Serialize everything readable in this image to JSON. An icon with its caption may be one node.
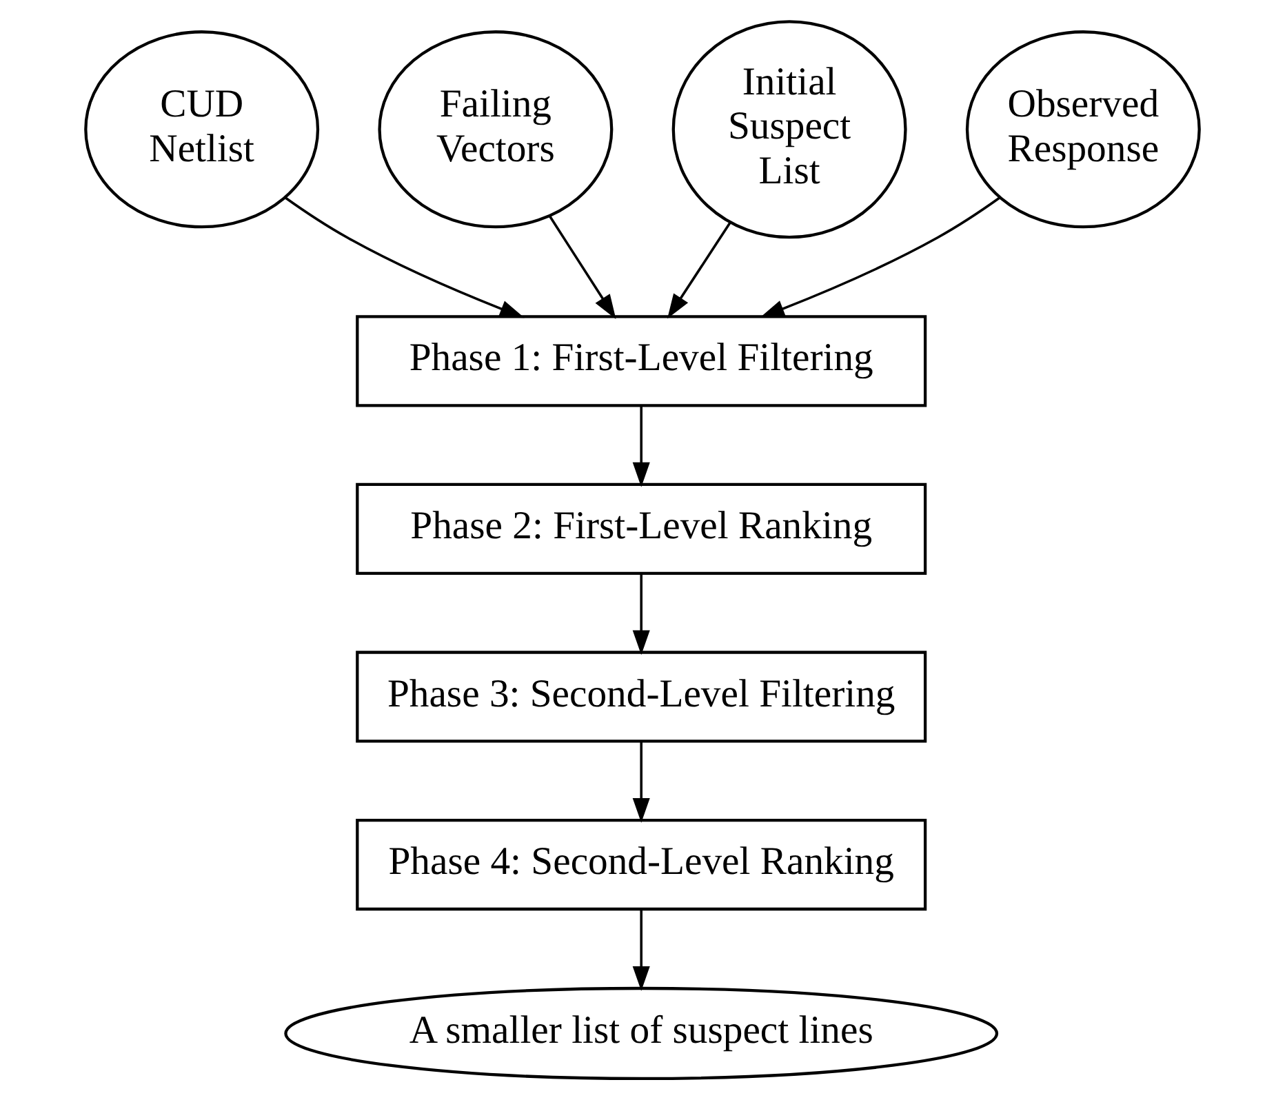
{
  "diagram": {
    "nodes": [
      {
        "text": [
          "CUD Netlist"
        ]
      },
      {
        "text": [
          "Failing Vectors"
        ]
      },
      {
        "text": [
          "Initial Suspect List"
        ]
      },
      {
        "text": [
          "Observed Response"
        ]
      },
      {
        "text": [
          "Phase 1: First-Level Filtering"
        ]
      },
      {
        "text": [
          "Phase 2: First-Level Ranking"
        ]
      },
      {
        "text": [
          "Phase 3: Second-Level Filtering"
        ]
      },
      {
        "text": [
          "Phase 4: Second-Level Ranking"
        ]
      },
      {
        "text": [
          "A smaller list of suspect lines"
        ]
      }
    ],
    "edges": [
      {
        "from": 0,
        "to": 4,
        "arrow": "to"
      },
      {
        "from": 1,
        "to": 4,
        "arrow": "to"
      },
      {
        "from": 2,
        "to": 4,
        "arrow": "to"
      },
      {
        "from": 3,
        "to": 4,
        "arrow": "to"
      },
      {
        "from": 4,
        "to": 5,
        "arrow": "to"
      },
      {
        "from": 5,
        "to": 6,
        "arrow": "to"
      },
      {
        "from": 6,
        "to": 7,
        "arrow": "to"
      },
      {
        "from": 7,
        "to": 8,
        "arrow": "to"
      }
    ]
  }
}
